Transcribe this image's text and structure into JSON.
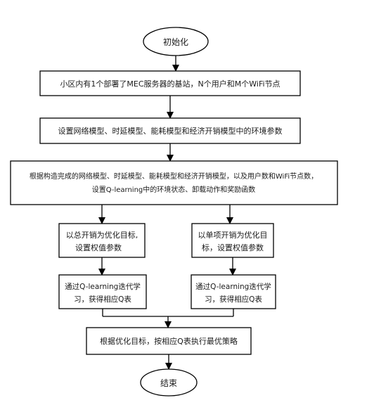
{
  "flowchart": {
    "start": "初始化",
    "step1": "小区内有1个部署了MEC服务器的基站，N个用户和M个WiFi节点",
    "step2": "设置网络模型、时延模型、能耗模型和经济开销模型中的环境参数",
    "step3": [
      "根据构造完成的网络模型、时延模型、能耗模型和经济开销模型，以及用户数和WiFi节点数，",
      "设置Q-learning中的环境状态、卸载动作和奖励函数"
    ],
    "left_branch": {
      "goal": [
        "以总开销为优化目标,",
        "设置权值参数"
      ],
      "learn": [
        "通过Q-learning迭代学",
        "习，获得相应Q表"
      ]
    },
    "right_branch": {
      "goal": [
        "以单项开销为优化目",
        "标，设置权值参数"
      ],
      "learn": [
        "通过Q-learning迭代学",
        "习，获得相应Q表"
      ]
    },
    "step4": "根据优化目标，按相应Q表执行最优策略",
    "end": "结束"
  },
  "colors": {
    "stroke": "#000000",
    "fill": "#ffffff",
    "text": "#1a1a1a"
  }
}
